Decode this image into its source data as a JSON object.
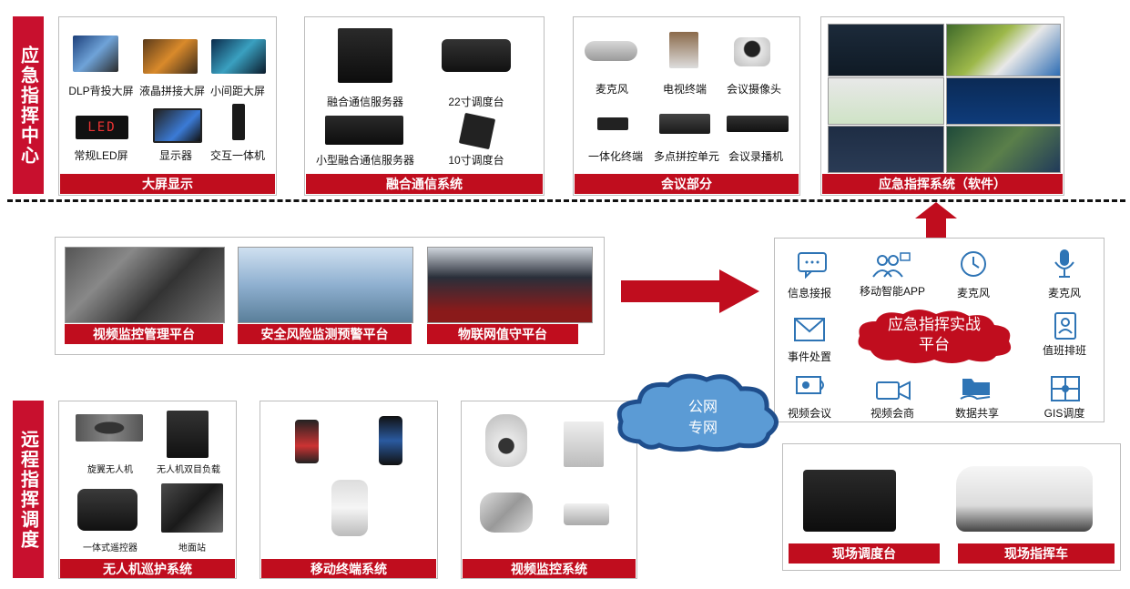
{
  "side_labels": {
    "top": "应急指挥中心",
    "bottom": "远程指挥调度"
  },
  "big_screen": {
    "title": "大屏显示",
    "items": [
      "DLP背投大屏",
      "液晶拼接大屏",
      "小间距大屏",
      "常规LED屏",
      "显示器",
      "交互一体机"
    ],
    "led_text": "LED"
  },
  "comm": {
    "title": "融合通信系统",
    "items": [
      "融合通信服务器",
      "22寸调度台",
      "小型融合通信服务器",
      "10寸调度台"
    ]
  },
  "meeting": {
    "title": "会议部分",
    "items": [
      "麦克风",
      "电视终端",
      "会议摄像头",
      "一体化终端",
      "多点拼控单元",
      "会议录播机"
    ]
  },
  "software": {
    "title": "应急指挥系统（软件）"
  },
  "platforms": [
    "视频监控管理平台",
    "安全风险监测预警平台",
    "物联网值守平台"
  ],
  "hub": {
    "center": "应急指挥实战平台",
    "items": [
      "信息接报",
      "移动智能APP",
      "麦克风",
      "麦克风",
      "事件处置",
      "值班排班",
      "视频会议",
      "视频会商",
      "数据共享",
      "GIS调度"
    ]
  },
  "cloud": {
    "line1": "公网",
    "line2": "专网"
  },
  "uav": {
    "title": "无人机巡护系统",
    "items": [
      "旋翼无人机",
      "无人机双目负载",
      "一体式遥控器",
      "地面站"
    ]
  },
  "mobile": {
    "title": "移动终端系统"
  },
  "video": {
    "title": "视频监控系统"
  },
  "field": {
    "items": [
      "现场调度台",
      "现场指挥车"
    ]
  },
  "colors": {
    "red": "#c00d1e",
    "cloud": "#5b9bd5"
  }
}
